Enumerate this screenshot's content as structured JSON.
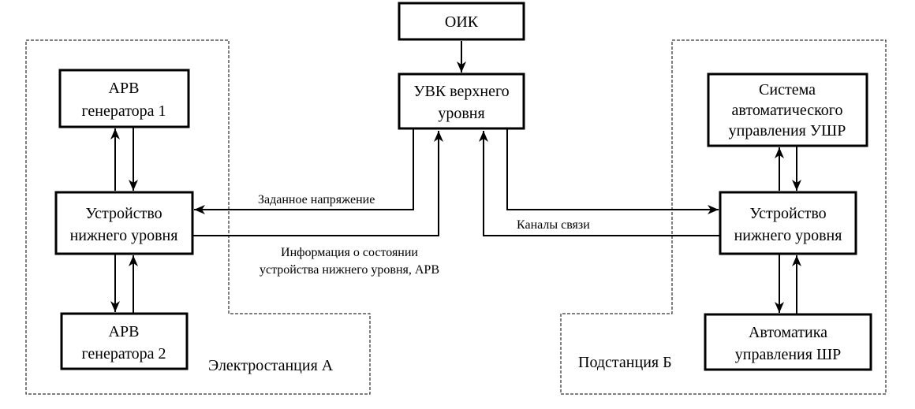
{
  "diagram": {
    "zones": {
      "power_plant": {
        "label": "Электростанция А"
      },
      "substation": {
        "label": "Подстанция Б"
      }
    },
    "blocks": {
      "oik": {
        "lines": [
          "ОИК"
        ]
      },
      "uvk": {
        "lines": [
          "УВК верхнего",
          "уровня"
        ]
      },
      "arv1": {
        "lines": [
          "АРВ",
          "генератора 1"
        ]
      },
      "arv2": {
        "lines": [
          "АРВ",
          "генератора 2"
        ]
      },
      "lower_left": {
        "lines": [
          "Устройство",
          "нижнего уровня"
        ]
      },
      "usr_system": {
        "lines": [
          "Система",
          "автоматического",
          "управления УШР"
        ]
      },
      "lower_right": {
        "lines": [
          "Устройство",
          "нижнего уровня"
        ]
      },
      "shr_auto": {
        "lines": [
          "Автоматика",
          "управления ШР"
        ]
      }
    },
    "connection_labels": {
      "setpoint": "Заданное напряжение",
      "state_info": [
        "Информация о состоянии",
        "устройства нижнего уровня, АРВ"
      ],
      "channels": "Каналы связи"
    },
    "connections": [
      {
        "from": "oik",
        "to": "uvk"
      },
      {
        "from": "uvk",
        "to": "lower_left",
        "label": "setpoint"
      },
      {
        "from": "lower_left",
        "to": "uvk",
        "label": "state_info"
      },
      {
        "from": "uvk",
        "to": "lower_right"
      },
      {
        "from": "lower_right",
        "to": "uvk",
        "label": "channels"
      },
      {
        "from": "lower_left",
        "to": "arv1"
      },
      {
        "from": "arv1",
        "to": "lower_left"
      },
      {
        "from": "lower_left",
        "to": "arv2"
      },
      {
        "from": "arv2",
        "to": "lower_left"
      },
      {
        "from": "lower_right",
        "to": "usr_system"
      },
      {
        "from": "usr_system",
        "to": "lower_right"
      },
      {
        "from": "lower_right",
        "to": "shr_auto"
      },
      {
        "from": "shr_auto",
        "to": "lower_right"
      }
    ]
  }
}
